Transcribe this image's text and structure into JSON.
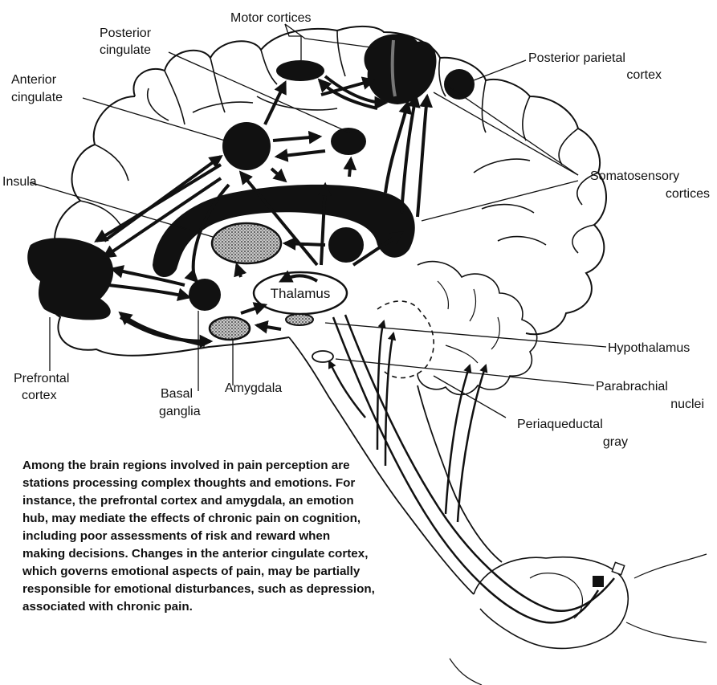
{
  "labels": {
    "motor_cortices": "Motor cortices",
    "posterior_cingulate": [
      "Posterior",
      "cingulate"
    ],
    "posterior_parietal_cortex": [
      "Posterior parietal",
      "cortex"
    ],
    "anterior_cingulate": [
      "Anterior",
      "cingulate"
    ],
    "insula": "Insula",
    "somatosensory_cortices": [
      "Somatosensory",
      "cortices"
    ],
    "thalamus": "Thalamus",
    "hypothalamus": "Hypothalamus",
    "parabrachial_nuclei": [
      "Parabrachial",
      "nuclei"
    ],
    "periaqueductal_gray": [
      "Periaqueductal",
      "gray"
    ],
    "prefrontal_cortex": [
      "Prefrontal",
      "cortex"
    ],
    "basal_ganglia": [
      "Basal",
      "ganglia"
    ],
    "amygdala": "Amygdala"
  },
  "caption": "Among the brain regions involved in pain perception are stations processing complex thoughts and emotions. For instance, the prefrontal cortex and amygdala, an emotion hub, may mediate the effects of chronic pain on cognition, including poor assessments of risk and reward when making decisions. Changes in the anterior cingulate cortex, which governs emotional aspects of pain, may be partially responsible for emotional disturbances, such as depression, associated with chronic pain."
}
